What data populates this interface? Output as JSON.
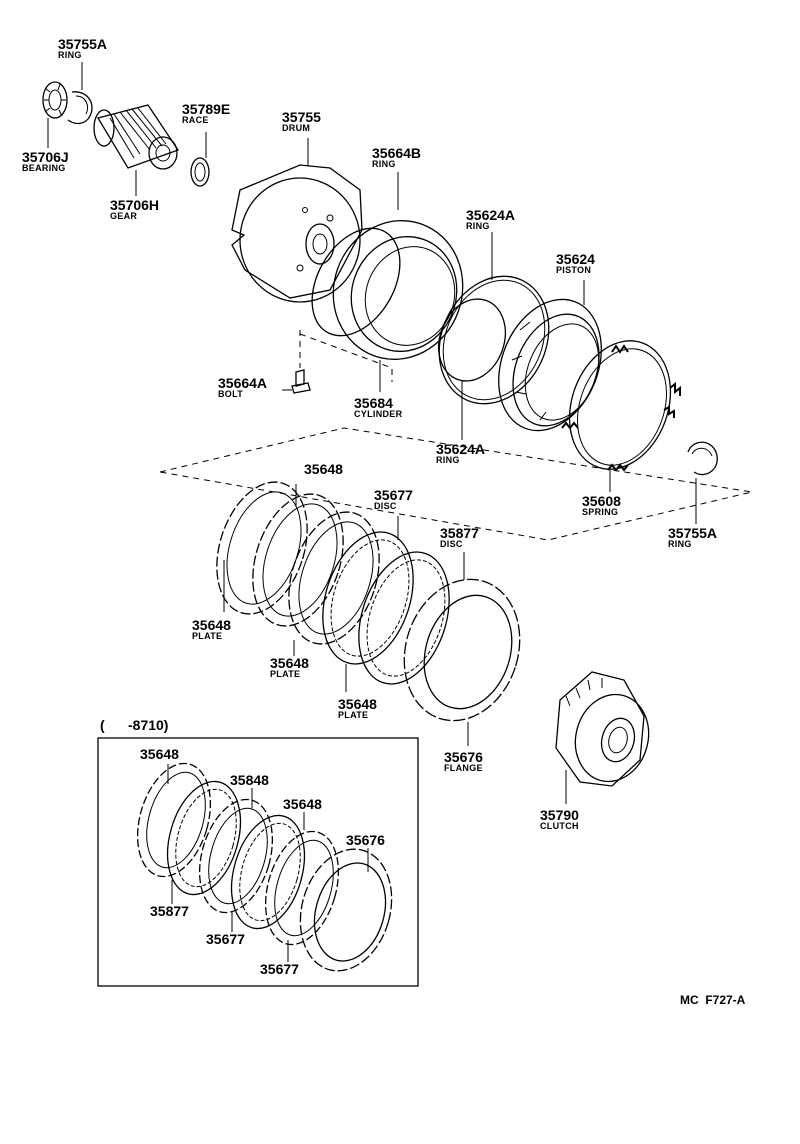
{
  "labels": {
    "ring_top_left": {
      "part": "35755A",
      "name": "RING"
    },
    "bearing": {
      "part": "35706J",
      "name": "BEARING"
    },
    "gear": {
      "part": "35706H",
      "name": "GEAR"
    },
    "race": {
      "part": "35789E",
      "name": "RACE"
    },
    "drum": {
      "part": "35755",
      "name": "DRUM"
    },
    "ring_35664B": {
      "part": "35664B",
      "name": "RING"
    },
    "ring_35624A_top": {
      "part": "35624A",
      "name": "RING"
    },
    "piston": {
      "part": "35624",
      "name": "PISTON"
    },
    "bolt": {
      "part": "35664A",
      "name": "BOLT"
    },
    "cylinder": {
      "part": "35684",
      "name": "CYLINDER"
    },
    "ring_35624A_bot": {
      "part": "35624A",
      "name": "RING"
    },
    "spring": {
      "part": "35608",
      "name": "SPRING"
    },
    "ring_right": {
      "part": "35755A",
      "name": "RING"
    },
    "plate_top": {
      "part": "35648",
      "name": ""
    },
    "disc_1": {
      "part": "35677",
      "name": "DISC"
    },
    "disc_2": {
      "part": "35877",
      "name": "DISC"
    },
    "plate_1": {
      "part": "35648",
      "name": "PLATE"
    },
    "plate_2": {
      "part": "35648",
      "name": "PLATE"
    },
    "plate_3": {
      "part": "35648",
      "name": "PLATE"
    },
    "flange": {
      "part": "35676",
      "name": "FLANGE"
    },
    "clutch": {
      "part": "35790",
      "name": "CLUTCH"
    }
  },
  "inset": {
    "header": "(      -8710)",
    "items": [
      {
        "part": "35648"
      },
      {
        "part": "35848"
      },
      {
        "part": "35648"
      },
      {
        "part": "35676"
      },
      {
        "part": "35877"
      },
      {
        "part": "35677"
      },
      {
        "part": "35677"
      }
    ]
  },
  "footer_code": "MC  F727-A"
}
